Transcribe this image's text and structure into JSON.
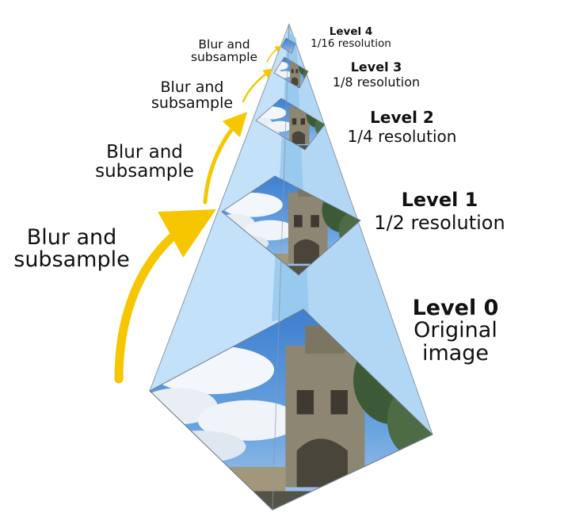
{
  "levels": [
    {
      "title": "Level 0",
      "line1": "Original",
      "line2": "image"
    },
    {
      "title": "Level 1",
      "desc": "1/2 resolution"
    },
    {
      "title": "Level 2",
      "desc": "1/4 resolution"
    },
    {
      "title": "Level 3",
      "desc": "1/8 resolution"
    },
    {
      "title": "Level 4",
      "desc": "1/16 resolution"
    }
  ],
  "steps": [
    {
      "line1": "Blur and",
      "line2": "subsample"
    },
    {
      "line1": "Blur and",
      "line2": "subsample"
    },
    {
      "line1": "Blur and",
      "line2": "subsample"
    },
    {
      "line1": "Blur and",
      "line2": "subsample"
    }
  ],
  "colors": {
    "pyramid_face": "#b9dcf7",
    "pyramid_core": "#8fc5ee",
    "edge": "#8a9aa8",
    "arrow": "#f6c700",
    "sky": "#4f8fd6",
    "cloud": "#f3f6fa",
    "building": "#8d8672",
    "trees": "#3d5a37"
  },
  "icons": [
    "curved-arrow-icon"
  ]
}
